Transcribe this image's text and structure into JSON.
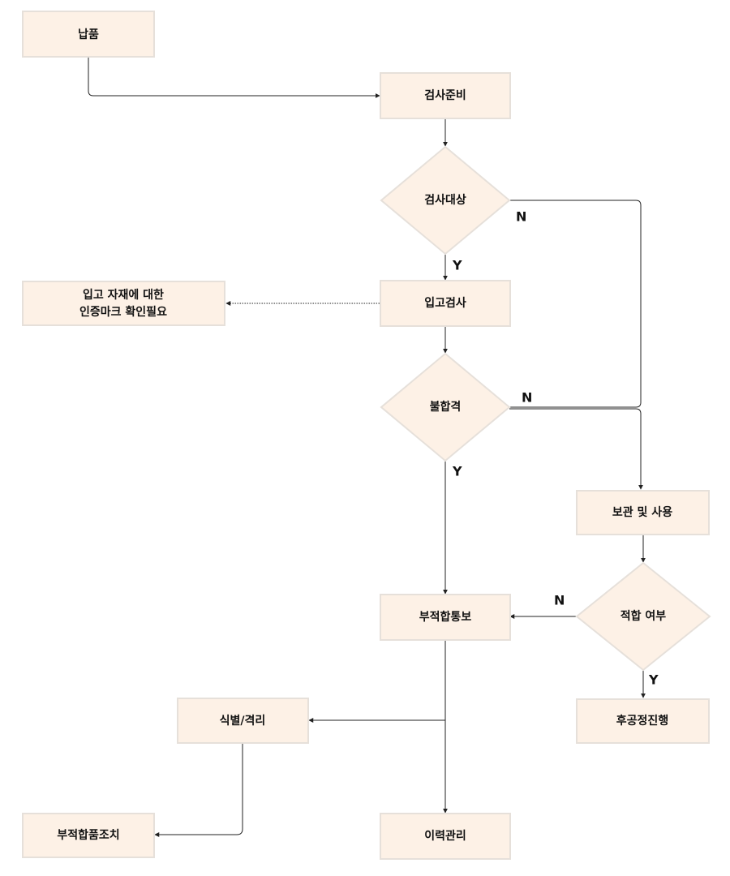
{
  "colors": {
    "node_fill": "#fdf1e6",
    "node_stroke": "#e6e0da",
    "line": "#222222"
  },
  "nodes": {
    "delivery": "납품",
    "inspection_prep": "검사준비",
    "inspection_target": "검사대상",
    "incoming_inspection": "입고검사",
    "cert_mark_line1": "입고 자재에 대한",
    "cert_mark_line2": "인증마크 확인필요",
    "nonconforming": "불합격",
    "storage_use": "보관 및 사용",
    "nonconformance_notice": "부적합통보",
    "suitability": "적합 여부",
    "next_process": "후공정진행",
    "identify_isolate": "식별/격리",
    "nonconforming_action": "부적합품조치",
    "history_mgmt": "이력관리"
  },
  "edge_labels": {
    "target_no": "N",
    "target_yes": "Y",
    "fail_no": "N",
    "fail_yes": "Y",
    "suit_no": "N",
    "suit_yes": "Y"
  }
}
